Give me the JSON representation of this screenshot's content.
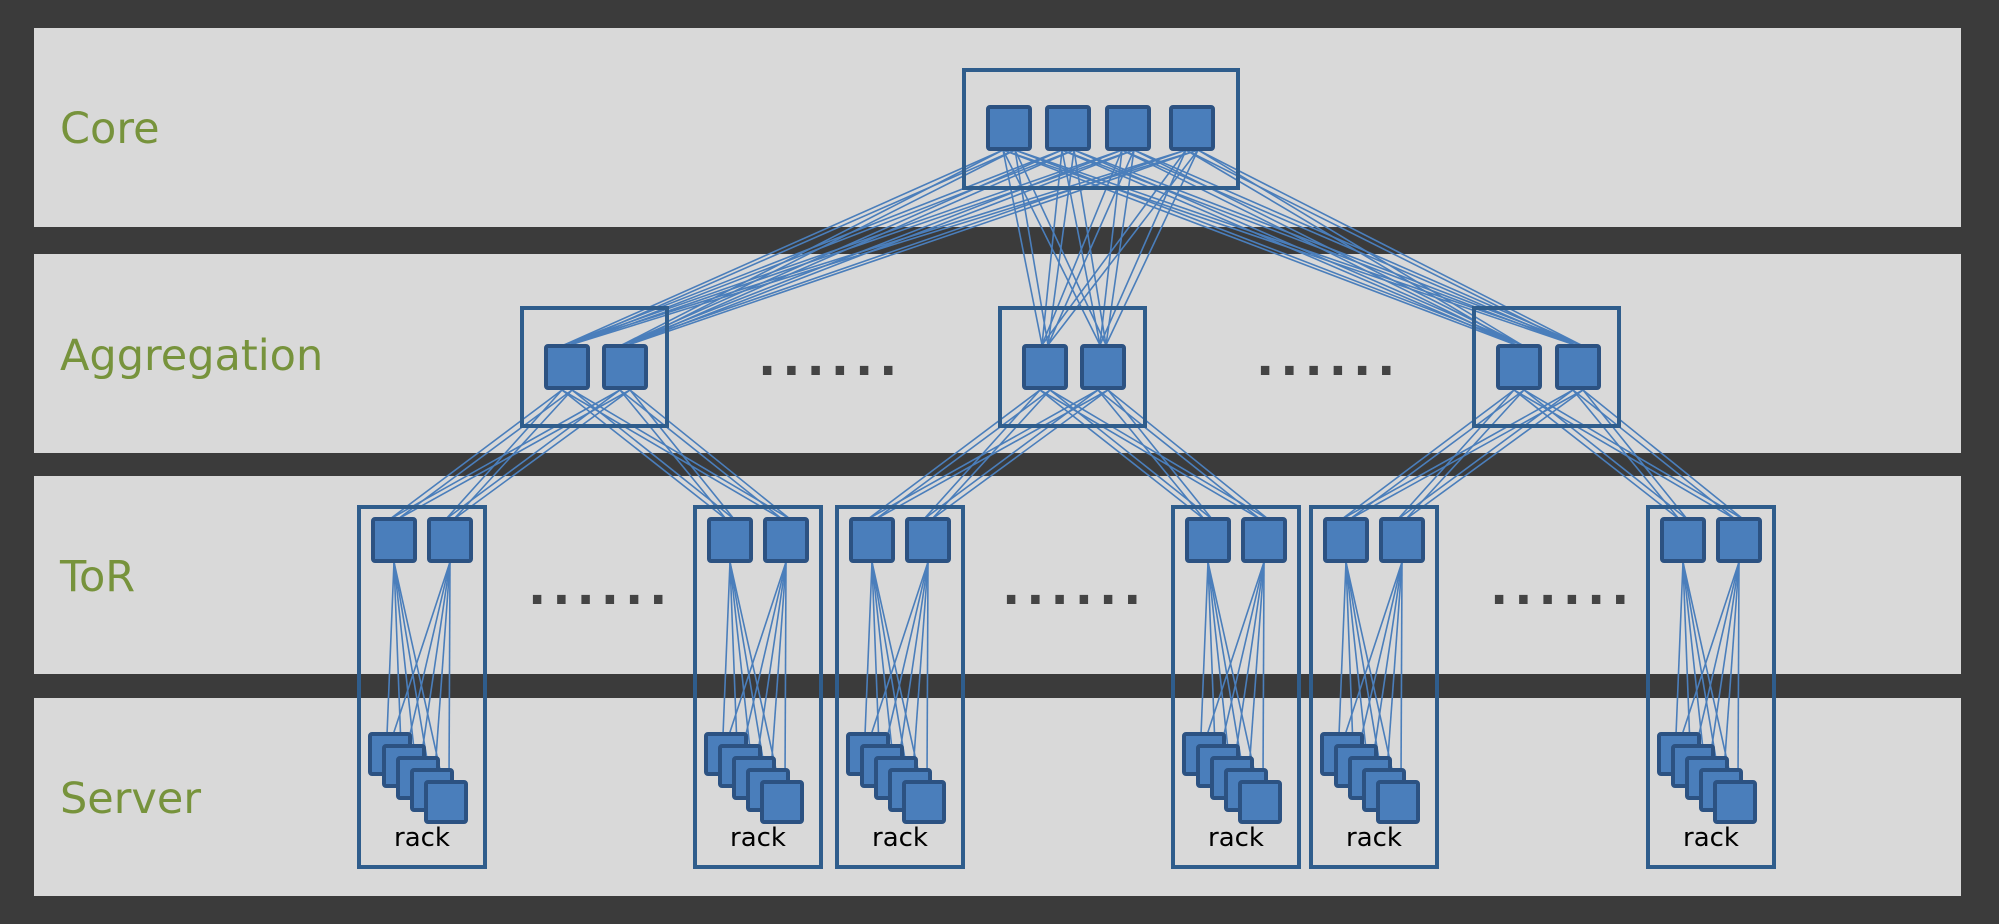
{
  "layers": {
    "core": "Core",
    "aggregation": "Aggregation",
    "tor": "ToR",
    "server": "Server"
  },
  "rack_label": "rack",
  "ellipsis": "......",
  "colors": {
    "background": "#3b3b3b",
    "band": "#d9d9d9",
    "label": "#77933c",
    "node_fill": "#4a7ebb",
    "node_stroke": "#2c5282",
    "box_stroke": "#2f5d8c",
    "link": "#4a7ebb"
  },
  "counts": {
    "core_switches": 4,
    "aggregation_pods_shown": 3,
    "switches_per_aggregation": 2,
    "tor_racks_shown": 6,
    "switches_per_tor": 2,
    "servers_per_rack_shown": 5
  }
}
